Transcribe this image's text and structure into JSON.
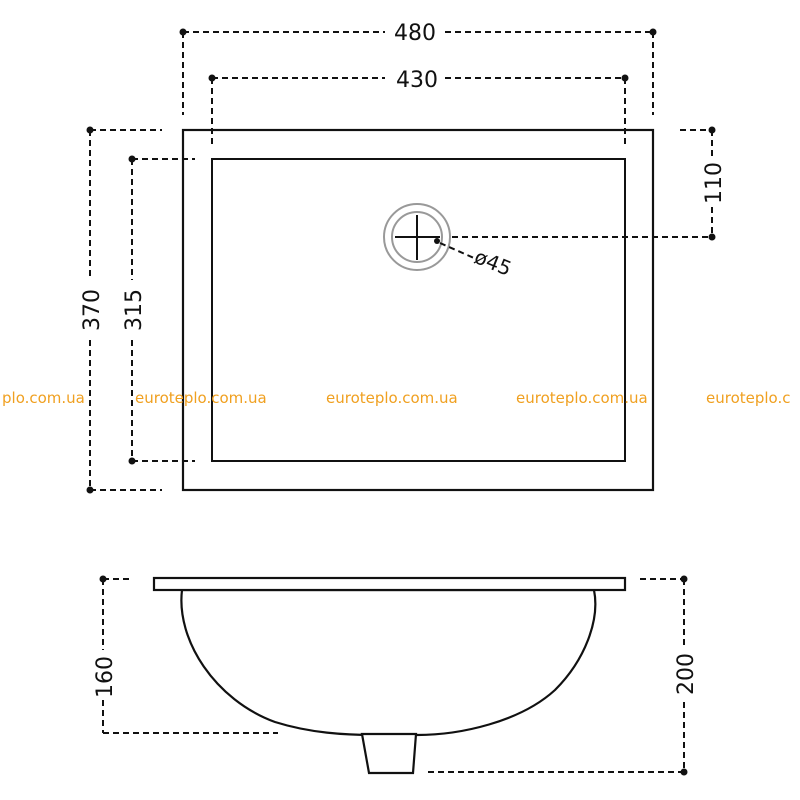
{
  "dimensions": {
    "outer_width": "480",
    "inner_width": "430",
    "outer_depth": "370",
    "inner_depth": "315",
    "drain_offset": "110",
    "drain_diameter": "ø45",
    "bowl_height": "160",
    "total_height": "200"
  },
  "watermark": {
    "text": "euroteplo.com.ua",
    "partial_left": "plo.com.ua",
    "partial_right": "euroteplo.c",
    "color": "#f0a020"
  },
  "colors": {
    "line": "#111111",
    "background": "#ffffff"
  }
}
